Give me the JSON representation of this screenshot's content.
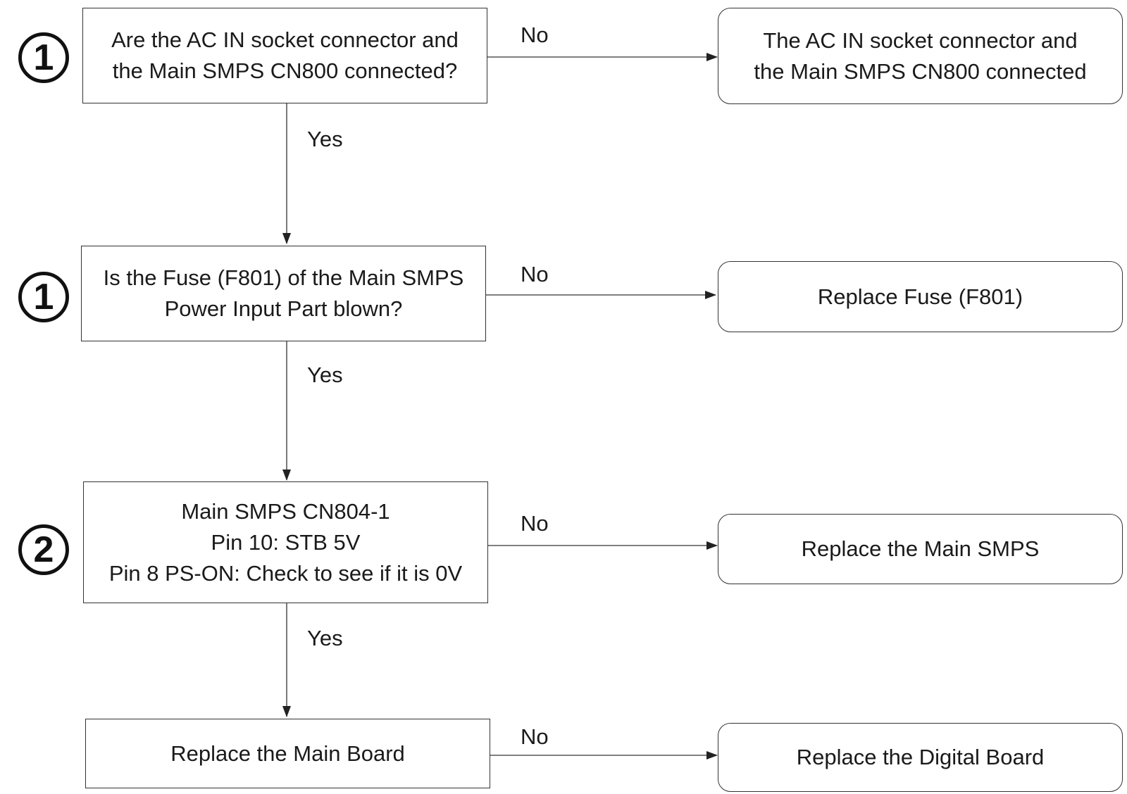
{
  "steps": [
    {
      "step_number": "1",
      "question": [
        "Are the AC IN socket connector and",
        "the Main SMPS CN800 connected?"
      ],
      "no_label": "No",
      "yes_label": "Yes",
      "action": [
        "The AC IN socket connector and",
        "the Main SMPS CN800 connected"
      ]
    },
    {
      "step_number": "1",
      "question": [
        "Is the Fuse (F801) of the Main SMPS",
        "Power Input Part blown?"
      ],
      "no_label": "No",
      "yes_label": "Yes",
      "action": [
        "Replace Fuse (F801)"
      ]
    },
    {
      "step_number": "2",
      "question": [
        "Main SMPS CN804-1",
        "Pin 10: STB 5V",
        "Pin 8 PS-ON: Check to see if it is 0V"
      ],
      "no_label": "No",
      "yes_label": "Yes",
      "action": [
        "Replace the Main SMPS"
      ]
    },
    {
      "question": [
        "Replace the Main Board"
      ],
      "no_label": "No",
      "action": [
        "Replace the Digital Board"
      ]
    }
  ]
}
